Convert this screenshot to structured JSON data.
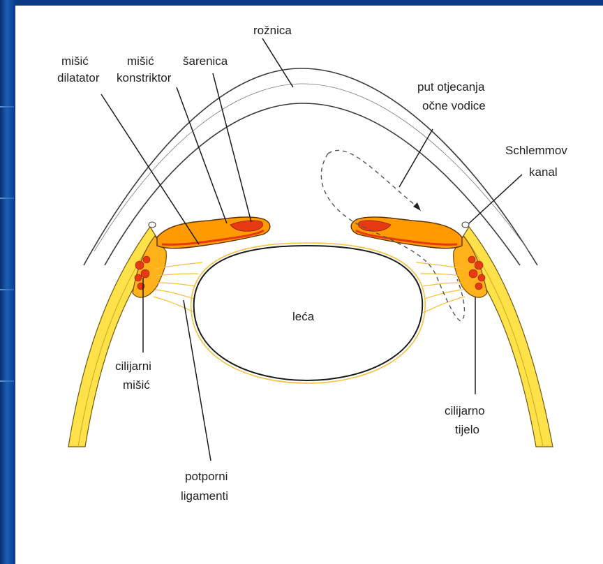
{
  "labels": {
    "roznica": "rožnica",
    "misic": "mišić",
    "dilatator": "dilatator",
    "misic2": "mišić",
    "konstriktor": "konstriktor",
    "sarenica": "šarenica",
    "put_otjecanja": "put otjecanja",
    "ocne_vodice": "očne vodice",
    "schlemmov": "Schlemmov",
    "kanal": "kanal",
    "leca": "leća",
    "cilijarni": "cilijarni",
    "misic3": "mišić",
    "potporni": "potporni",
    "ligamenti": "ligamenti",
    "cilijarno": "cilijarno",
    "tijelo": "tijelo"
  },
  "colors": {
    "slide_background": "#0b3a86",
    "panel": "#ffffff",
    "sclera_yellow": "#ffe24a",
    "iris_orange": "#ff9a00",
    "muscle_red": "#e83a10",
    "ligament": "#f5c040",
    "outline": "#1a1a1a"
  }
}
